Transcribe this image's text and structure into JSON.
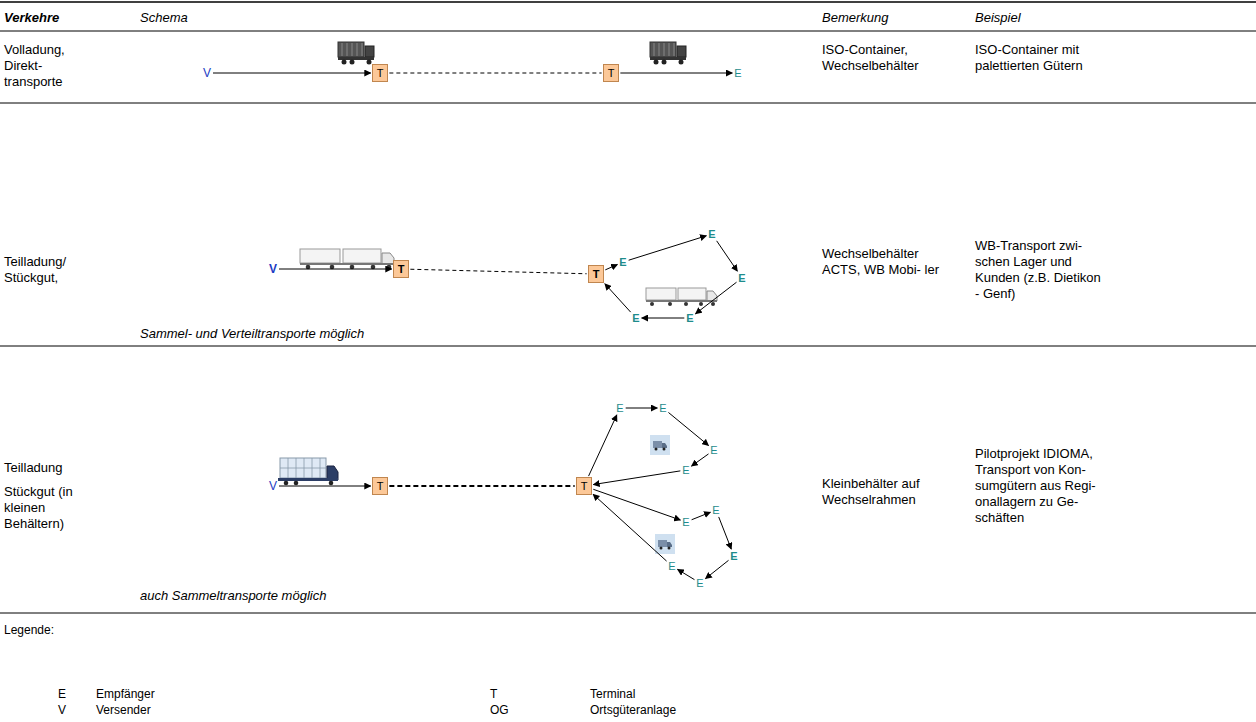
{
  "diagram": {
    "nodes": [
      {
        "text": [
          "V"
        ]
      },
      {
        "text": [
          "T"
        ]
      },
      {
        "text": [
          "T"
        ]
      },
      {
        "text": [
          "E"
        ]
      },
      {
        "text": [
          "V"
        ]
      },
      {
        "text": [
          "T"
        ]
      },
      {
        "text": [
          "T"
        ]
      },
      {
        "text": [
          "E"
        ]
      },
      {
        "text": [
          "E"
        ]
      },
      {
        "text": [
          "E"
        ]
      },
      {
        "text": [
          "E"
        ]
      },
      {
        "text": [
          "E"
        ]
      },
      {
        "text": [
          "V"
        ]
      },
      {
        "text": [
          "T"
        ]
      },
      {
        "text": [
          "T"
        ]
      },
      {
        "text": [
          "E"
        ]
      },
      {
        "text": [
          "E"
        ]
      },
      {
        "text": [
          "E"
        ]
      },
      {
        "text": [
          "E"
        ]
      },
      {
        "text": [
          "E"
        ]
      },
      {
        "text": [
          "E"
        ]
      },
      {
        "text": [
          "E"
        ]
      },
      {
        "text": [
          "E"
        ]
      },
      {
        "text": [
          "E"
        ]
      }
    ],
    "edges": [
      {
        "from": 0,
        "to": 1,
        "arrow": "to"
      },
      {
        "from": 1,
        "to": 2,
        "arrow": "none"
      },
      {
        "from": 2,
        "to": 3,
        "arrow": "to"
      },
      {
        "from": 4,
        "to": 5,
        "arrow": "to"
      },
      {
        "from": 5,
        "to": 6,
        "arrow": "none"
      },
      {
        "from": 6,
        "to": 7,
        "arrow": "to"
      },
      {
        "from": 7,
        "to": 8,
        "arrow": "to"
      },
      {
        "from": 8,
        "to": 9,
        "arrow": "to"
      },
      {
        "from": 9,
        "to": 10,
        "arrow": "to"
      },
      {
        "from": 10,
        "to": 11,
        "arrow": "to"
      },
      {
        "from": 11,
        "to": 6,
        "arrow": "to"
      },
      {
        "from": 12,
        "to": 13,
        "arrow": "to"
      },
      {
        "from": 13,
        "to": 14,
        "arrow": "none"
      },
      {
        "from": 14,
        "to": 15,
        "arrow": "to"
      },
      {
        "from": 15,
        "to": 16,
        "arrow": "to"
      },
      {
        "from": 16,
        "to": 17,
        "arrow": "to"
      },
      {
        "from": 17,
        "to": 18,
        "arrow": "to"
      },
      {
        "from": 18,
        "to": 14,
        "arrow": "to"
      },
      {
        "from": 14,
        "to": 19,
        "arrow": "to"
      },
      {
        "from": 19,
        "to": 20,
        "arrow": "to"
      },
      {
        "from": 20,
        "to": 21,
        "arrow": "to"
      },
      {
        "from": 21,
        "to": 22,
        "arrow": "to"
      },
      {
        "from": 22,
        "to": 23,
        "arrow": "to"
      },
      {
        "from": 23,
        "to": 14,
        "arrow": "to"
      }
    ],
    "labels": [
      "Verkehre",
      "Schema",
      "Bemerkung",
      "Beispiel",
      "Volladung, Direkt- transporte",
      "ISO-Container, Wechselbehälter",
      "ISO-Container mit palettierten Gütern",
      "Teilladung/ Stückgut,",
      "Sammel- und Verteiltransporte möglich",
      "Wechselbehälter ACTS, WB Mobi- ler",
      "WB-Transport zwi- schen Lager und Kunden (z.B. Dietikon - Genf)",
      "Teilladung",
      "Stückgut (in kleinen Behältern)",
      "Kleinbehälter auf Wechselrahmen",
      "Pilotprojekt IDIOMA, Transport von Kon- sumgütern aus Regi- onallagern zu Ge- schäften",
      "auch Sammeltransporte möglich",
      "Legende:",
      "E",
      "Empfänger",
      "T",
      "Terminal",
      "V",
      "Versender",
      "OG",
      "Ortsgüteranlage"
    ]
  }
}
